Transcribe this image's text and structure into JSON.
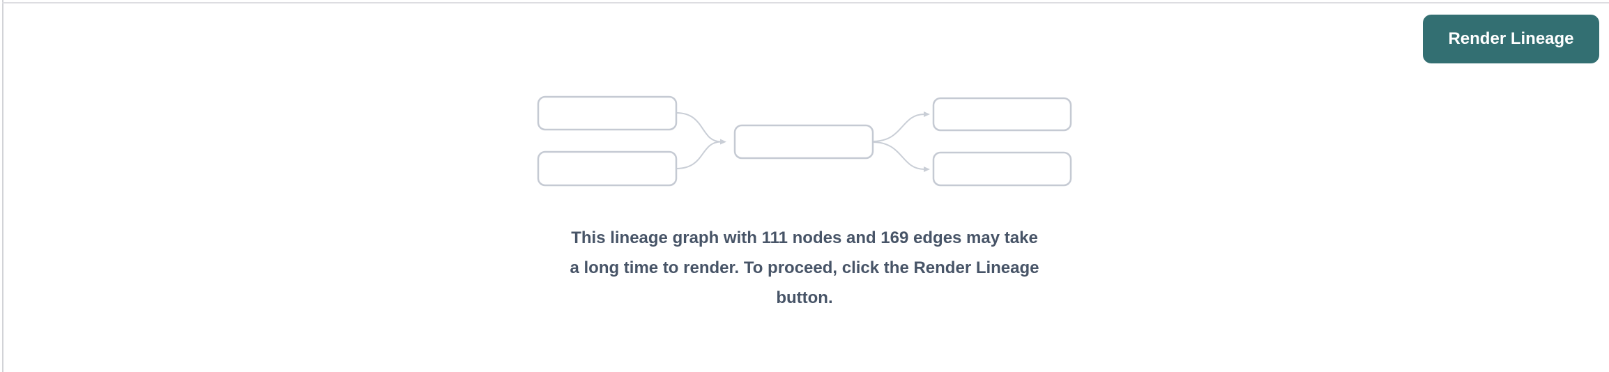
{
  "toolbar": {
    "render_button_label": "Render Lineage",
    "button_bg": "#336f72",
    "button_text_color": "#ffffff"
  },
  "placeholder": {
    "message": "This lineage graph with 111 nodes and 169 edges may take a long time to render. To proceed, click the Render Lineage button.",
    "node_count": "111",
    "edge_count": "169",
    "text_color": "#475467",
    "diagram": {
      "box_border_color": "#c5cad3",
      "box_fill": "#ffffff",
      "edge_color": "#c9ced6"
    }
  },
  "panel": {
    "border_color": "#d6d7db"
  }
}
